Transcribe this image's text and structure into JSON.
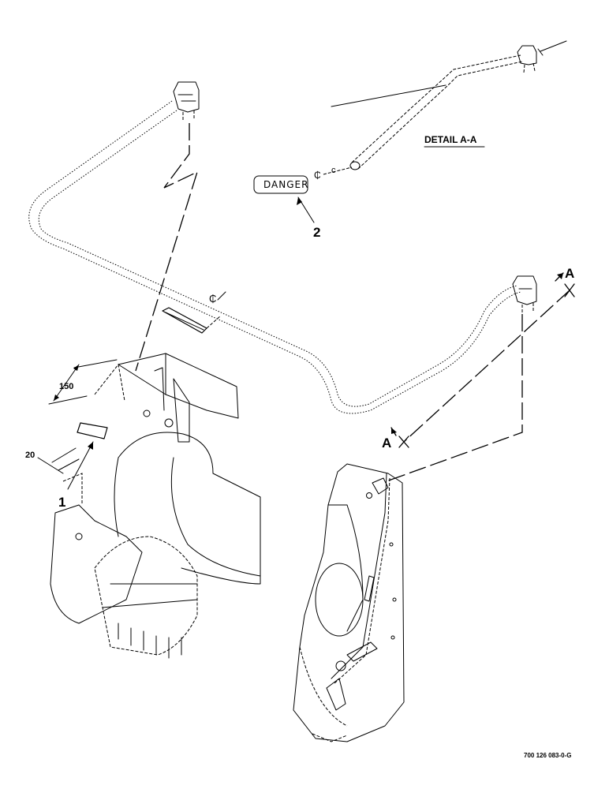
{
  "labels": {
    "detail_title": "DETAIL A-A",
    "danger_decal": "DANGER",
    "centerline_1": "₵",
    "centerline_2": "₵",
    "callout_1": "1",
    "callout_2": "2",
    "section_a_top": "A",
    "section_a_bottom": "A",
    "dim_150": "150",
    "dim_20": "20",
    "drawing_number": "700 126 083-0-G"
  }
}
